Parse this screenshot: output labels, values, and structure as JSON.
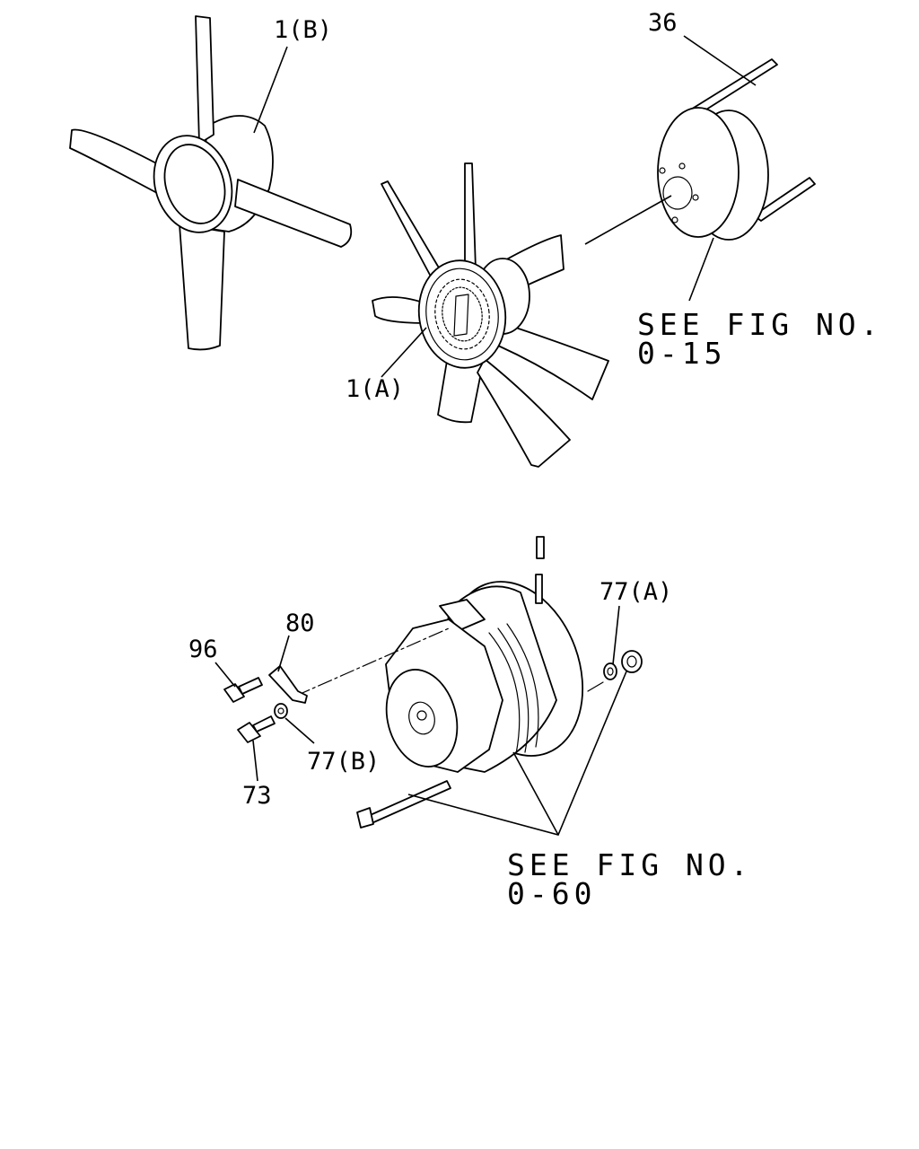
{
  "callouts": {
    "fan_b": "1(B)",
    "fan_a": "1(A)",
    "pulley_belt": "36",
    "bolt_96": "96",
    "bracket_80": "80",
    "washer_77a": "77(A)",
    "washer_77b": "77(B)",
    "bolt_73": "73"
  },
  "references": {
    "pulley_ref_line1": "SEE FIG NO.",
    "pulley_ref_line2": "0-15",
    "alternator_ref_line1": "SEE FIG NO.",
    "alternator_ref_line2": "0-60"
  }
}
